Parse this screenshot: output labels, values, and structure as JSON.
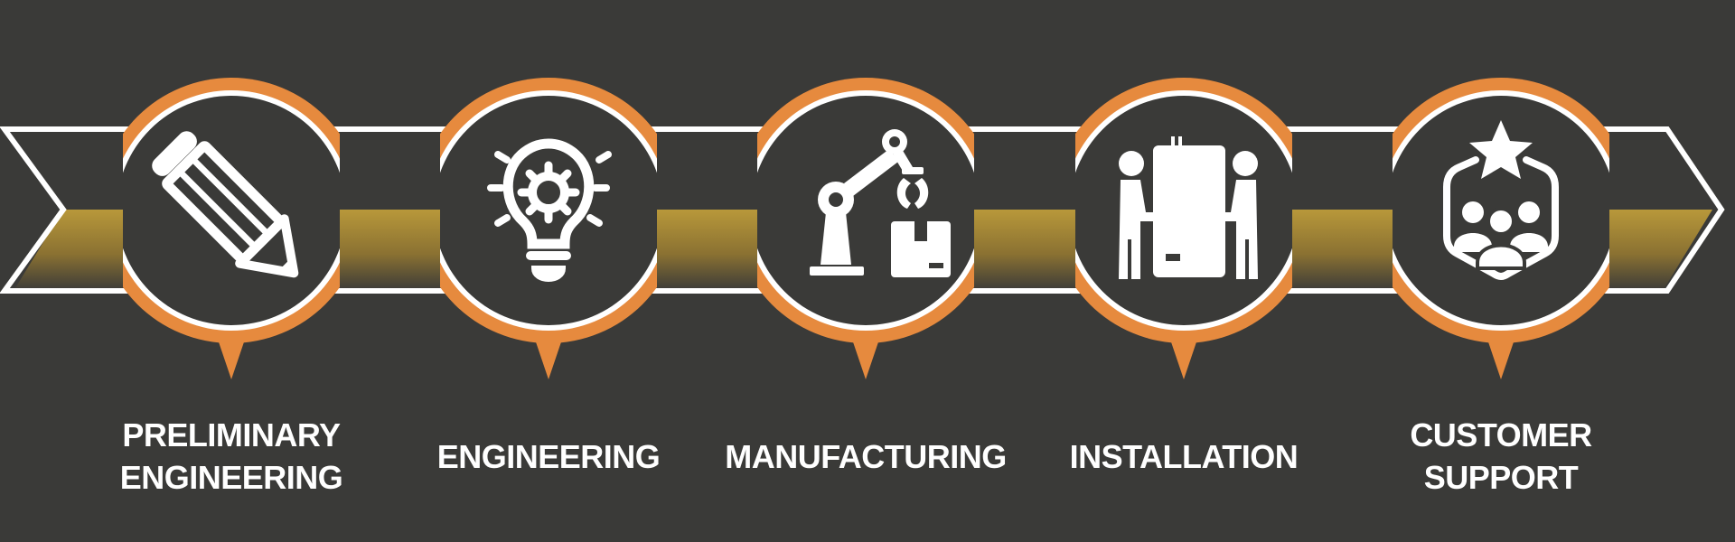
{
  "colors": {
    "background": "#3a3a38",
    "accent_orange": "#e68a3e",
    "band_gold": "#b8983a",
    "outline_white": "#ffffff",
    "icon_white": "#ffffff"
  },
  "steps": [
    {
      "label": "PRELIMINARY\nENGINEERING",
      "icon": "pencil-icon"
    },
    {
      "label": "ENGINEERING",
      "icon": "lightbulb-gear-icon"
    },
    {
      "label": "MANUFACTURING",
      "icon": "robot-arm-icon"
    },
    {
      "label": "INSTALLATION",
      "icon": "people-carrying-cabinet-icon"
    },
    {
      "label": "CUSTOMER\nSUPPORT",
      "icon": "team-star-icon"
    }
  ]
}
